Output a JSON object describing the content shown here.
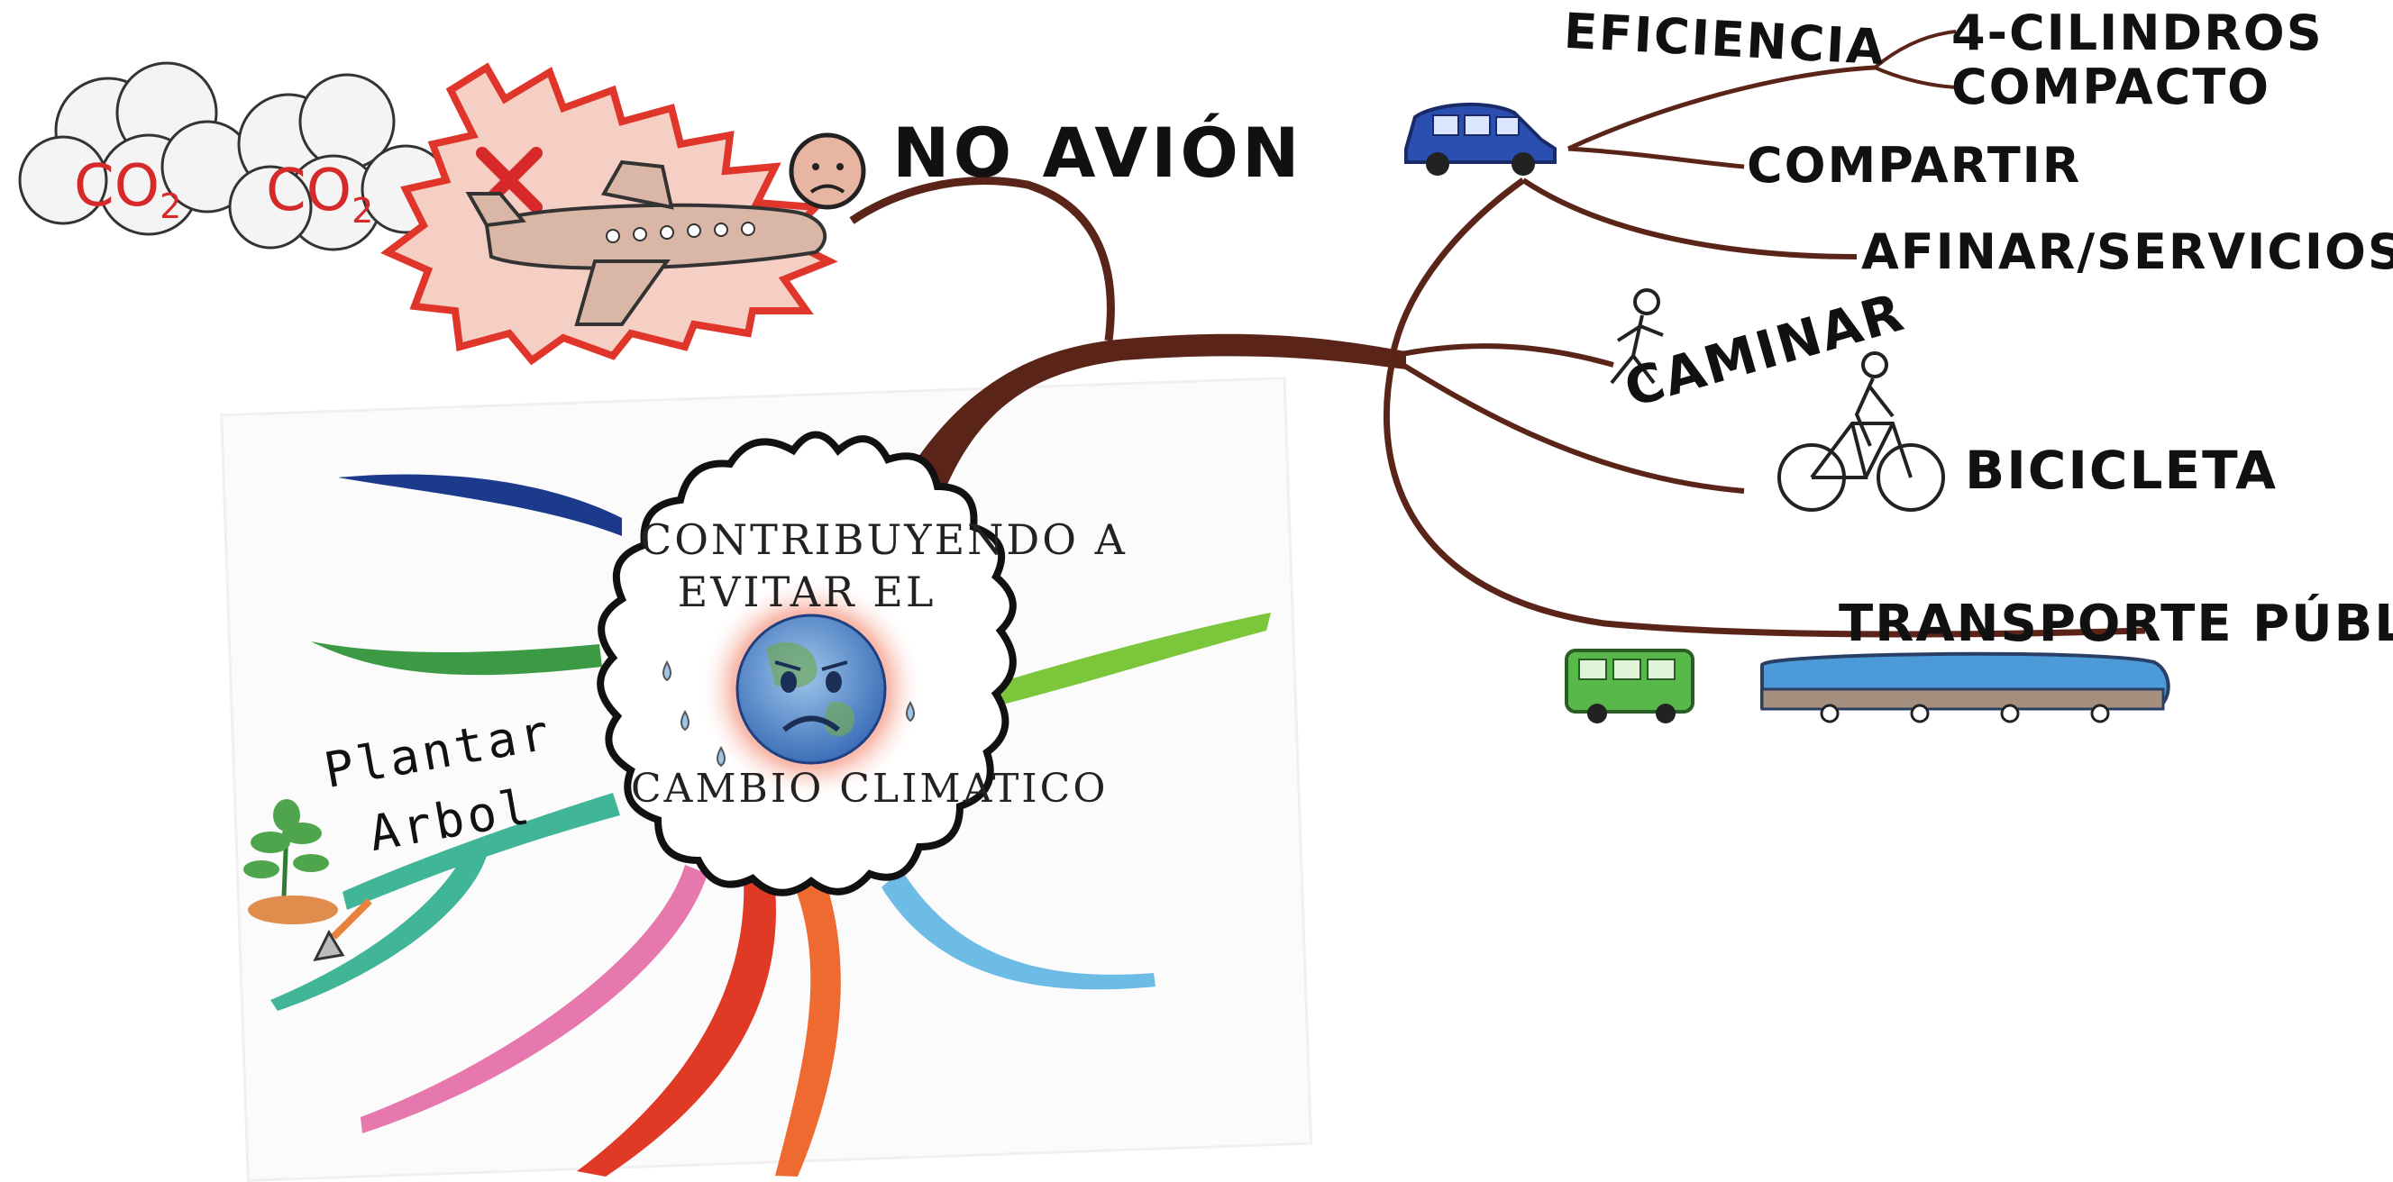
{
  "center": {
    "line1": "CONTRIBUYENDO A",
    "line2": "EVITAR EL",
    "line3": "CAMBIO CLIMATICO"
  },
  "airplane": {
    "label": "NO AVIÓN",
    "co2_main": "CO",
    "co2_sub": "2"
  },
  "car_branch": {
    "eficiencia": "EFICIENCIA",
    "cilindros": "4-CILINDROS",
    "compacto": "COMPACTO",
    "compartir": "COMPARTIR",
    "afinar": "AFINAR/SERVICIOS"
  },
  "caminar": "CAMINAR",
  "bicicleta": "BICICLETA",
  "transporte": "TRANSPORTE PÚBLICO",
  "plantar": {
    "line1": "Plantar",
    "line2": "Arbol"
  },
  "colors": {
    "trunk": "#5a2418",
    "navy": "#1c3a8c",
    "green": "#3c9a45",
    "lime": "#7cc63c",
    "teal": "#40b598",
    "pink": "#e678ad",
    "red": "#e03a26",
    "orange": "#ef6a30",
    "sky": "#6cbce6",
    "co2_red": "#d62a2a"
  }
}
